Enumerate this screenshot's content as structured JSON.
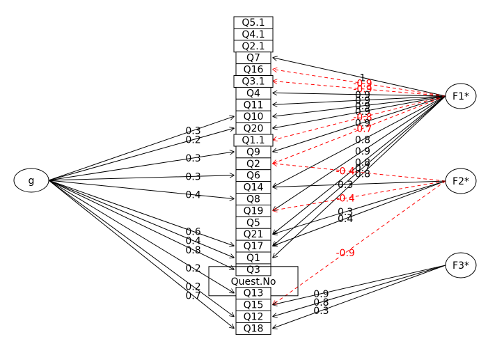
{
  "latent_factors": {
    "g": "g",
    "F1": "F1*",
    "F2": "F2*",
    "F3": "F3*"
  },
  "items": [
    "Q5.1",
    "Q4.1",
    "Q2.1",
    "Q7",
    "Q16",
    "Q3.1",
    "Q4",
    "Q11",
    "Q10",
    "Q20",
    "Q1.1",
    "Q9",
    "Q2",
    "Q6",
    "Q14",
    "Q8",
    "Q19",
    "Q5",
    "Q21",
    "Q17",
    "Q1",
    "Q3",
    "Quest.No",
    "Q13",
    "Q15",
    "Q12",
    "Q18"
  ],
  "g_loadings": {
    "Q20": "0.2",
    "Q10": "0.3",
    "Q9": "0.3",
    "Q6": "0.3",
    "Q8": "0.4",
    "Q17": "0.6",
    "Q1": "0.4",
    "Q3": "0.8",
    "Q13": "0.2",
    "Q12": "0.2",
    "Q18": "0.7"
  },
  "F1_loadings": {
    "Q7": "1",
    "Q16": "-0.9",
    "Q3.1": "-0.9",
    "Q4": "0.9",
    "Q11": "0.9",
    "Q10": "0.9",
    "Q20": "0.9",
    "Q1.1": "-0.8",
    "Q9": "0.9",
    "Q2": "-0.7",
    "Q14": "0.8",
    "Q19": "0.9",
    "Q21": "0.8",
    "Q17": "0.7",
    "Q1": "0.8"
  },
  "F2_loadings": {
    "Q2": "-0.4",
    "Q14": "0.3",
    "Q19": "-0.4",
    "Q21": "0.3",
    "Q17": "0.4",
    "Q15": "-0.9"
  },
  "F3_loadings": {
    "Q15": "0.9",
    "Q12": "0.8",
    "Q18": "0.3"
  },
  "colors": {
    "positive": "#000000",
    "negative": "#ff0000"
  }
}
